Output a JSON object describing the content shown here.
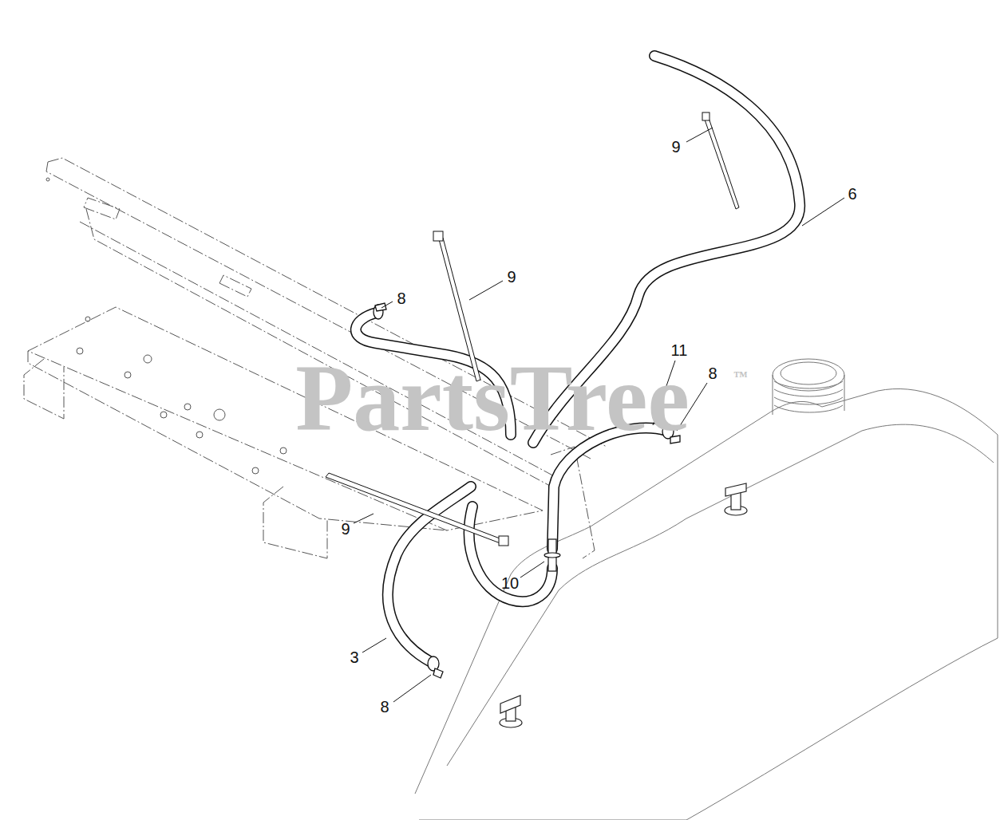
{
  "diagram": {
    "labels": [
      "9",
      "6",
      "9",
      "8",
      "11",
      "8",
      "9",
      "10",
      "3",
      "8",
      "PartsTree",
      "™"
    ]
  }
}
